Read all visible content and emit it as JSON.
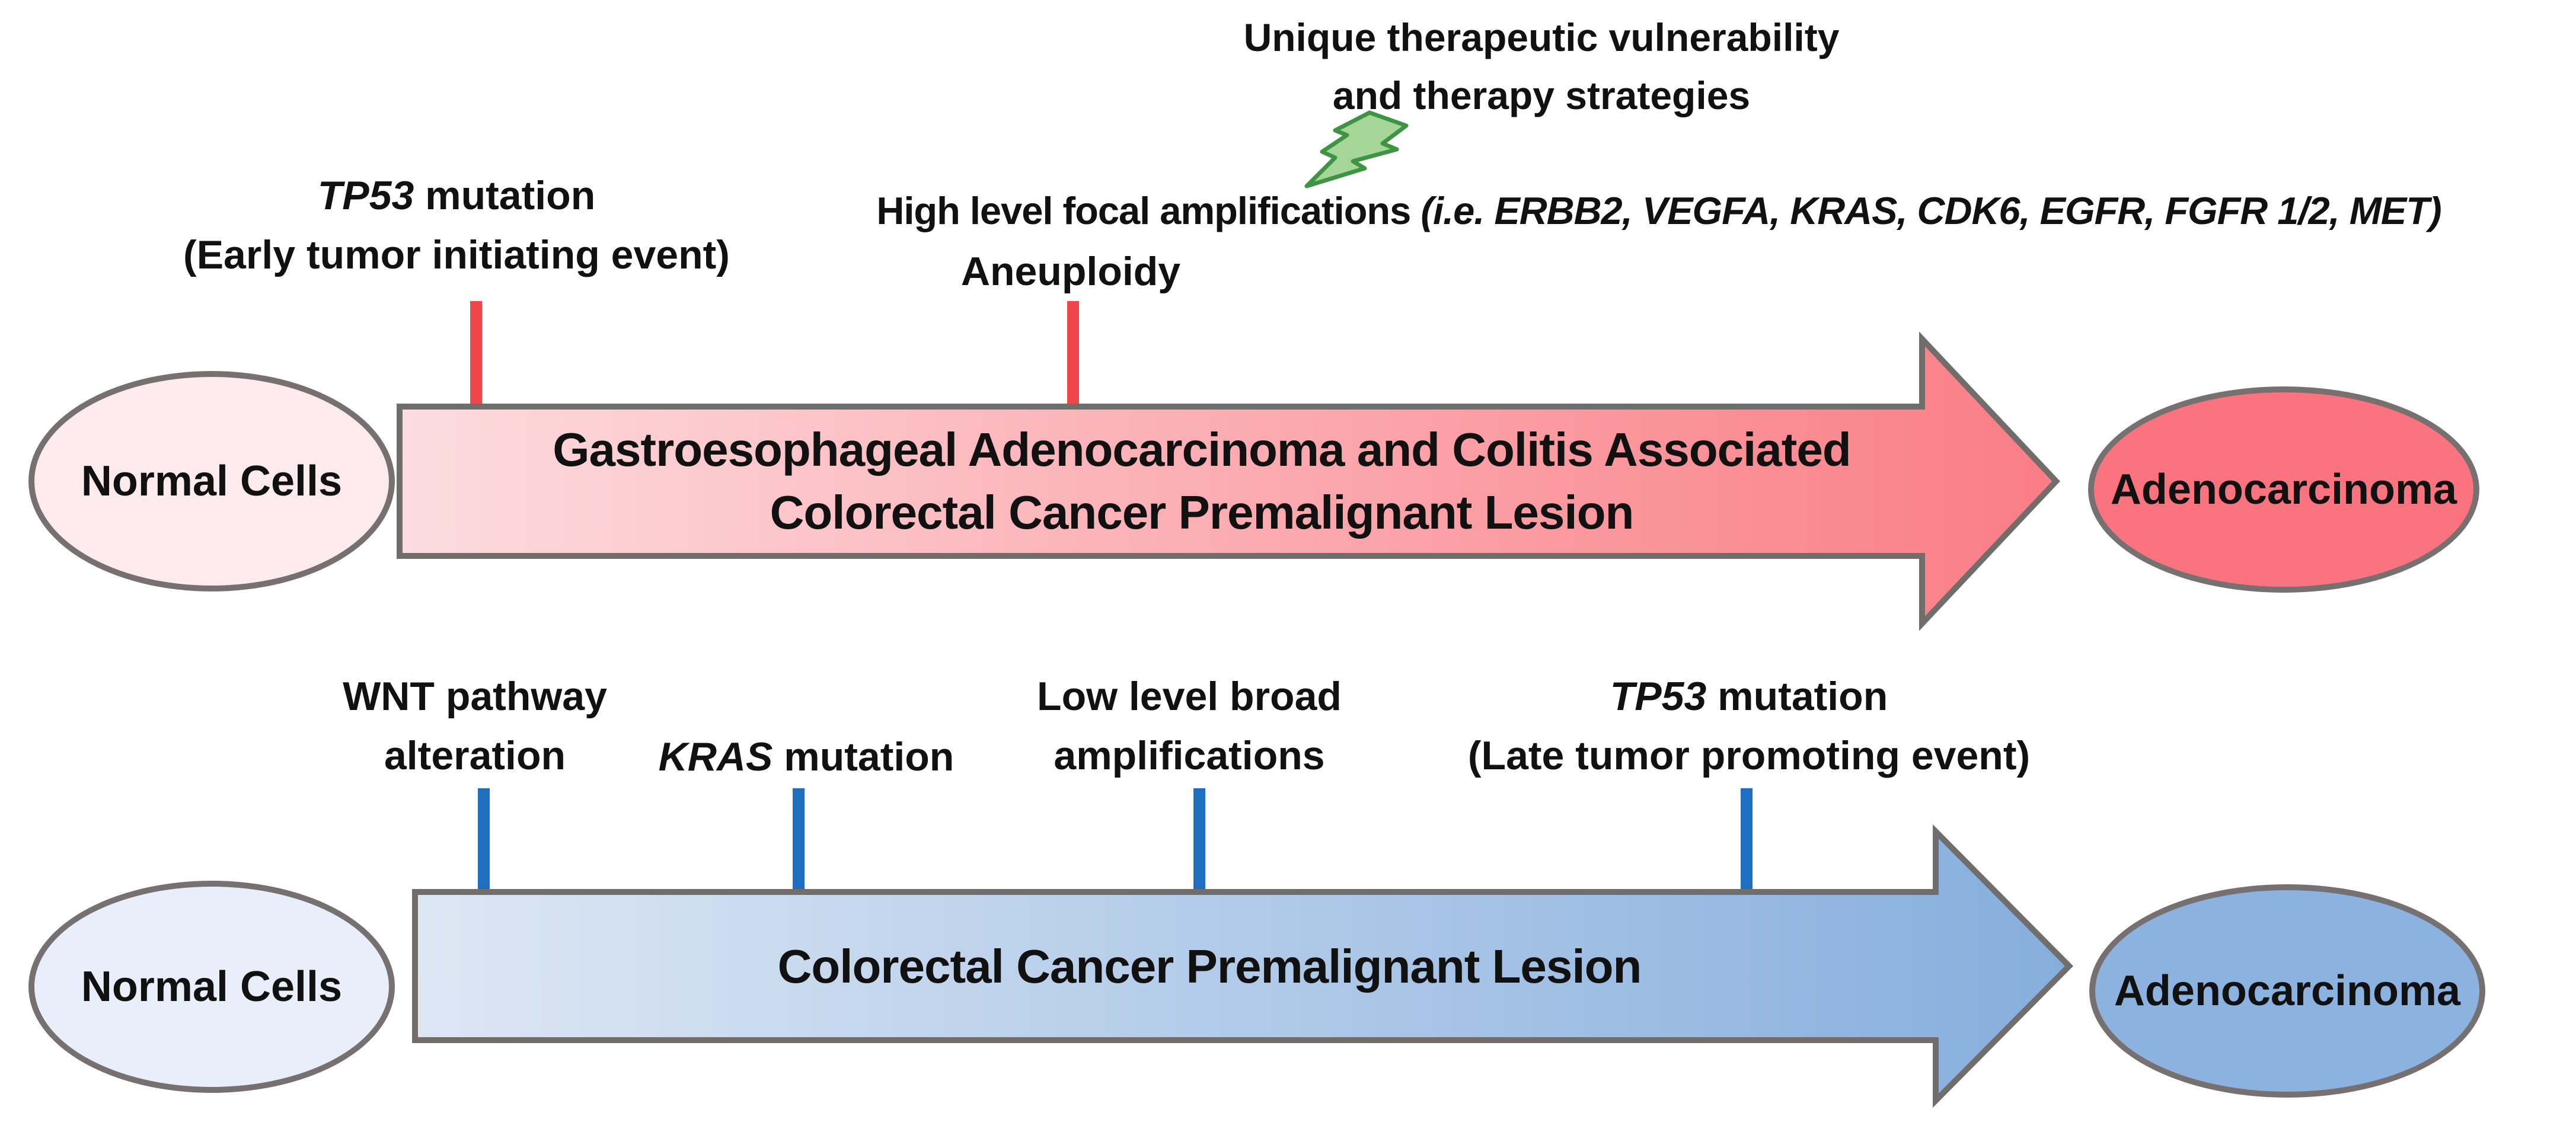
{
  "therapy_note": {
    "line1": "Unique therapeutic vulnerability",
    "line2": "and therapy strategies"
  },
  "icons": {
    "lightning": "lightning-bolt"
  },
  "red_pathway": {
    "start_label": "Normal Cells",
    "end_label": "Adenocarcinoma",
    "arrow_label_line1": "Gastroesophageal Adenocarcinoma and Colitis Associated",
    "arrow_label_line2": "Colorectal Cancer Premalignant Lesion",
    "annotations": {
      "tp53_early": {
        "gene": "TP53",
        "suffix": " mutation",
        "detail": "(Early tumor initiating event)"
      },
      "focal_amplifications": {
        "prefix": "High level focal amplifications ",
        "genes_italic": "(i.e. ERBB2, VEGFA, KRAS, CDK6, EGFR, FGFR 1/2, MET)"
      },
      "aneuploidy": "Aneuploidy"
    }
  },
  "blue_pathway": {
    "start_label": "Normal Cells",
    "end_label": "Adenocarcinoma",
    "arrow_label": "Colorectal Cancer Premalignant Lesion",
    "annotations": {
      "wnt": {
        "line1": "WNT pathway",
        "line2": "alteration"
      },
      "kras": {
        "gene": "KRAS",
        "suffix": " mutation"
      },
      "broad_amplifications": {
        "line1": "Low level broad",
        "line2": "amplifications"
      },
      "tp53_late": {
        "gene": "TP53",
        "suffix": " mutation",
        "detail": "(Late tumor promoting event)"
      }
    }
  },
  "colors": {
    "outline_gray": "#716d6b",
    "red_tick": "#ef4649",
    "blue_tick": "#1f6fc0",
    "red_arrow_gradient_start": "#fcdcdf",
    "red_arrow_gradient_end": "#fa7d85",
    "red_ellipse_light": "#fdeaec",
    "red_ellipse_dark": "#f9747e",
    "blue_arrow_gradient_start": "#dde7f4",
    "blue_arrow_gradient_end": "#86aedd",
    "blue_ellipse_light": "#e9effa",
    "blue_ellipse_dark": "#8cb2e0",
    "lightning_fill": "#a6d59a",
    "lightning_stroke": "#3d9442",
    "text": "#111111"
  }
}
